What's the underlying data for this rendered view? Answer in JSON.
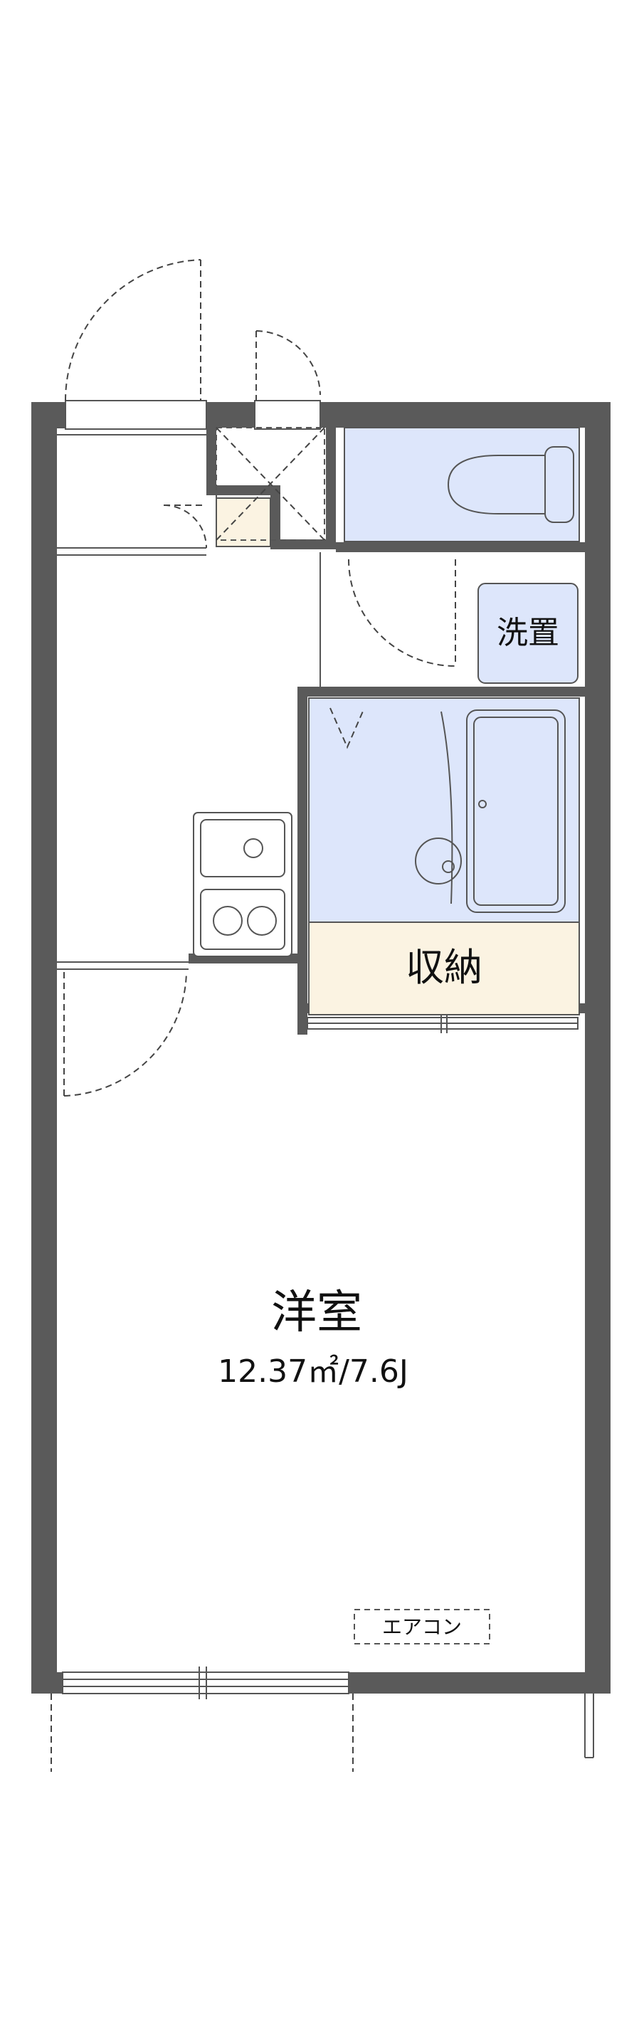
{
  "rooms": {
    "main_room": {
      "name": "洋室",
      "area": "12.37㎡/7.6J"
    },
    "washer": {
      "name": "洗置"
    },
    "storage": {
      "name": "収納"
    }
  },
  "fixtures": {
    "aircon": {
      "label": "エアコン"
    }
  },
  "colors": {
    "wall": "#5a5a5a",
    "wet_area": "#dde6fb",
    "storage": "#fbf3e2",
    "floor": "#ffffff"
  }
}
